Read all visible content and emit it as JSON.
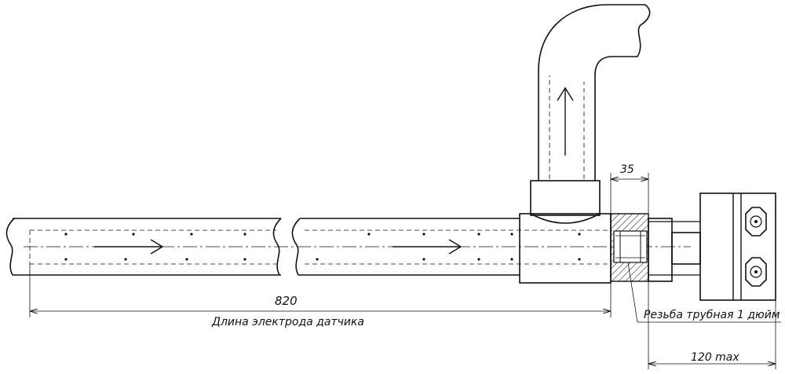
{
  "drawing": {
    "dim_length": "820",
    "length_caption": "Длина электрода датчика",
    "dim_thread_offset": "35",
    "thread_caption": "Резьба трубная 1 дюйм",
    "dim_head": "120 max"
  }
}
